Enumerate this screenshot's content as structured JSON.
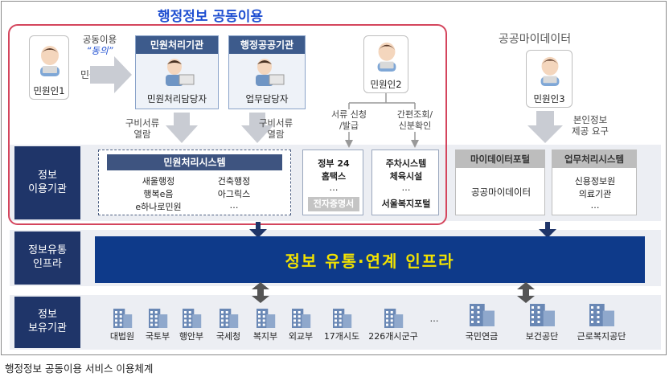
{
  "header": {
    "title_left": "행정정보 공동이용",
    "title_right": "공공마이데이터"
  },
  "people": {
    "citizen1": "민원인1",
    "citizen2": "민원인2",
    "citizen3": "민원인3"
  },
  "flow": {
    "consent_line1": "공동이용",
    "consent_line2": "“동의”",
    "apply": "민원 신청",
    "docs_view1": "구비서류\n열람",
    "docs_view2": "구비서류\n열람",
    "doc_request": "서류 신청\n/발급",
    "simple_check": "간편조회/\n신분확인",
    "self_request": "본인정보\n제공 요구"
  },
  "orgs": {
    "civil_org": {
      "title": "민원처리기관",
      "staff": "민원처리담당자"
    },
    "admin_org": {
      "title": "행정공공기관",
      "staff": "업무담당자"
    }
  },
  "rows": {
    "row1_label": "정보\n이용기관",
    "row2_label": "정보유통\n인프라",
    "row3_label": "정보\n보유기관"
  },
  "systems": {
    "civil_system": {
      "title": "민원처리시스템",
      "items": [
        "새울행정",
        "건축행정",
        "행복e음",
        "아그릭스",
        "e하나로민원",
        "…"
      ]
    },
    "gov24": {
      "items": [
        "정부 24",
        "홈택스",
        "…"
      ],
      "footer": "전자증명서"
    },
    "parking": {
      "items": [
        "주차시스템",
        "체육시설",
        "…",
        "서울복지포털"
      ]
    },
    "mydata_portal": {
      "title": "마이데이터포털",
      "body": "공공마이데이터"
    },
    "work_system": {
      "title": "업무처리시스템",
      "items": [
        "신용정보원",
        "의료기관",
        "…"
      ]
    }
  },
  "infra": {
    "label": "정보 유통·연계 인프라"
  },
  "holders": [
    "대법원",
    "국토부",
    "행안부",
    "국세청",
    "복지부",
    "외교부",
    "17개시도",
    "226개시군구",
    "…",
    "국민연금",
    "보건공단",
    "근로복지공단"
  ],
  "caption": "행정정보 공동이용 서비스 이용체계",
  "colors": {
    "accent_red": "#d4455d",
    "navy": "#1f3569",
    "infra_bg": "#0e3a8a",
    "infra_text": "#f2e200",
    "title_blue": "#1f4fd1"
  }
}
